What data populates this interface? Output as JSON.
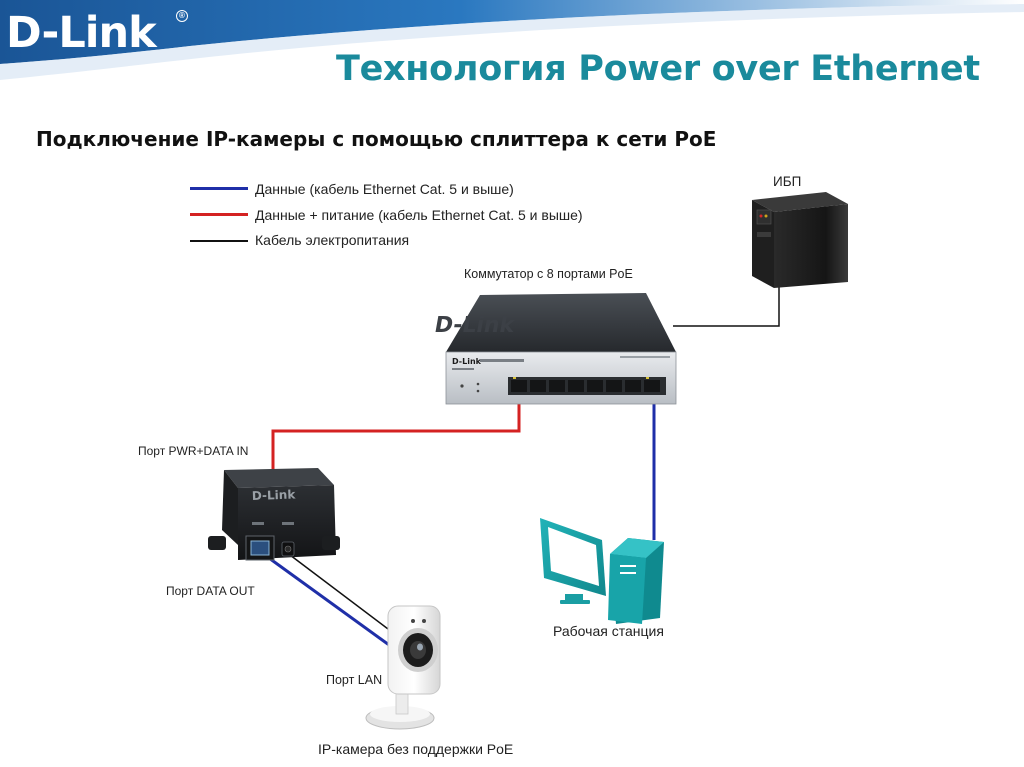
{
  "header": {
    "logo": "D-Link",
    "registered_mark": "®",
    "title": "Технология Power over Ethernet"
  },
  "subtitle": "Подключение IP-камеры с помощью сплиттера к сети PoE",
  "legend": {
    "items": [
      {
        "label": "Данные (кабель Ethernet Cat. 5 и выше)",
        "color": "#1f2fa8"
      },
      {
        "label": "Данные + питание (кабель Ethernet Cat. 5 и выше)",
        "color": "#d42222"
      },
      {
        "label": "Кабель электропитания",
        "color": "#111111"
      }
    ]
  },
  "devices": {
    "ups": {
      "label": "ИБП",
      "icon": "ups-icon"
    },
    "switch": {
      "label": "Коммутатор с 8 портами PoE",
      "icon": "switch-icon",
      "brand": "D-Link",
      "front_brand": "D-Link"
    },
    "splitter": {
      "icon": "poe-splitter-icon",
      "brand": "D-Link",
      "port_in_label": "Порт PWR+DATA IN",
      "port_out_label": "Порт DATA OUT"
    },
    "workstation": {
      "label": "Рабочая станция",
      "icon": "workstation-icon"
    },
    "camera": {
      "label": "IP-камера без поддержки PoE",
      "port_label": "Порт LAN",
      "icon": "ip-camera-icon"
    }
  },
  "colors": {
    "header_blue": "#1d5fa8",
    "title_teal": "#1a8a9c",
    "data_cable": "#1f2fa8",
    "poe_cable": "#d42222",
    "power_cable": "#111111"
  }
}
